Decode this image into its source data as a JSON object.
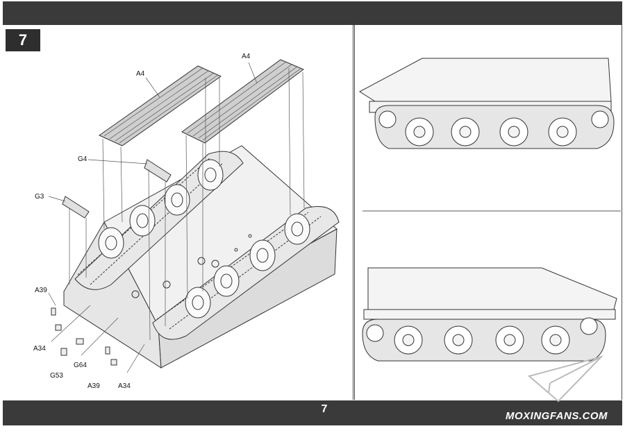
{
  "step": {
    "number": "7"
  },
  "footer": {
    "page_number": "7",
    "watermark": "MOXINGFANS.COM"
  },
  "callouts": {
    "a4_left": "A4",
    "a4_right": "A4",
    "g4": "G4",
    "g3": "G3",
    "a39_top": "A39",
    "a34_left": "A34",
    "g64": "G64",
    "g53": "G53",
    "a39_bottom": "A39",
    "a34_bottom": "A34"
  },
  "icons": {
    "watermark_logo": "paper-plane-icon"
  }
}
